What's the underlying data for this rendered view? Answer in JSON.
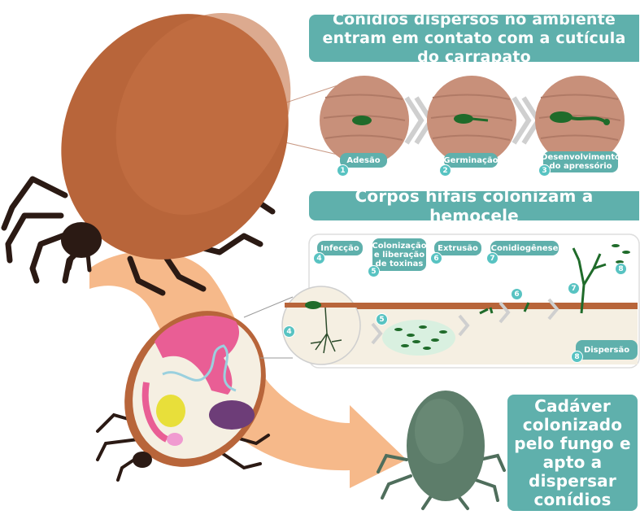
{
  "banners": {
    "top": "Conídios dispersos no ambiente entram em contato com a cutícula do carrapato",
    "middle": "Corpos hifais colonizam a hemocele",
    "bottom": "Cadáver colonizado pelo fungo e apto a dispersar conídios"
  },
  "steps_top": [
    {
      "num": "1",
      "label": "Adesão"
    },
    {
      "num": "2",
      "label": "Germinação"
    },
    {
      "num": "3",
      "label": "Desenvolvimento do apressório"
    }
  ],
  "steps_middle": [
    {
      "num": "4",
      "label": "Infecção"
    },
    {
      "num": "5",
      "label": "Colonização e liberação de toxinas"
    },
    {
      "num": "6",
      "label": "Extrusão"
    },
    {
      "num": "7",
      "label": "Conidiogênese"
    },
    {
      "num": "8",
      "label": "Dispersão"
    }
  ],
  "diagram_numbers": [
    "4",
    "5",
    "6",
    "7",
    "8"
  ],
  "colors": {
    "tick_body": "#b8653a",
    "tick_dark": "#2b1a14",
    "teal": "#5fb0ac",
    "fungus": "#1f6b2a",
    "arrow": "#f6b98a",
    "cadaver": "#5d7d6a"
  }
}
